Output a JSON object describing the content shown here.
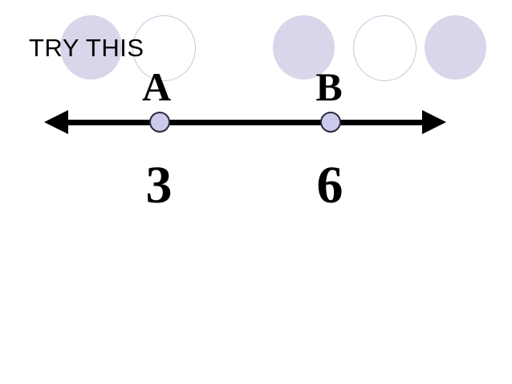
{
  "slide": {
    "title": "TRY THIS"
  },
  "figure": {
    "type": "number-line",
    "points": [
      {
        "label": "A",
        "value": "3"
      },
      {
        "label": "B",
        "value": "6"
      }
    ]
  },
  "decoration": {
    "circles": [
      "filled",
      "outline",
      "filled",
      "outline",
      "filled"
    ]
  },
  "colors": {
    "background": "#ffffff",
    "circle_fill": "#d7d6ea",
    "circle_outline": "#c8c7e2",
    "point_fill": "#cccbec",
    "point_border": "#2a2a3e",
    "line": "#000000",
    "text": "#000000"
  }
}
